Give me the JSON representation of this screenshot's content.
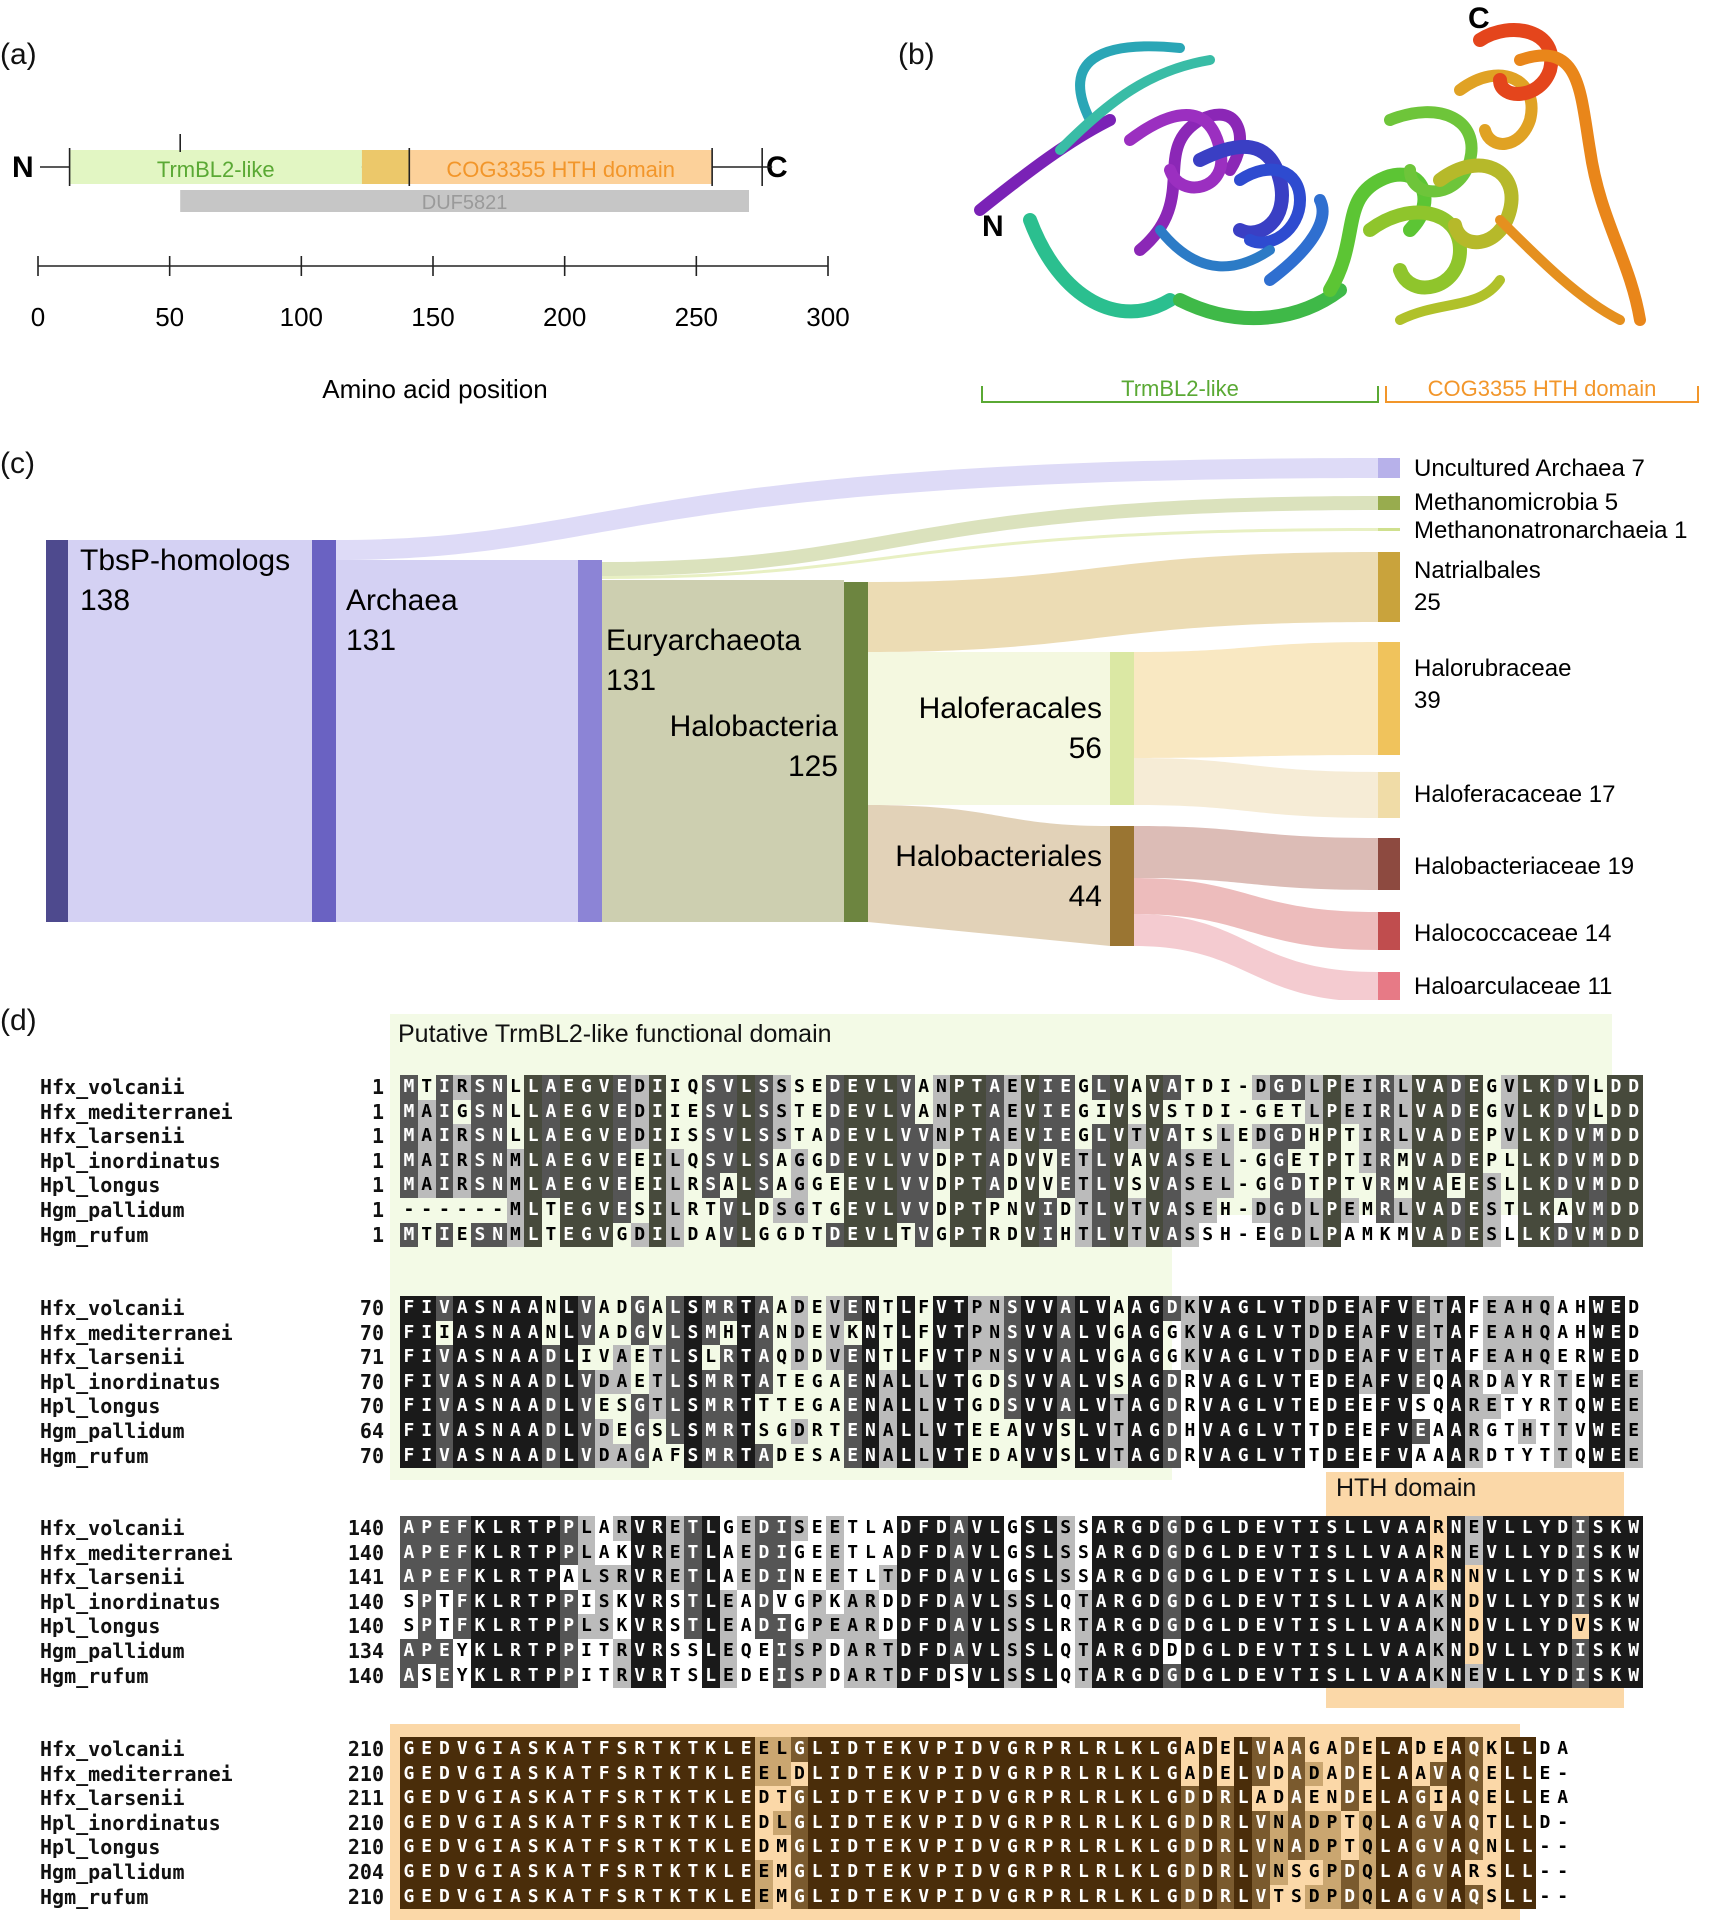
{
  "colors": {
    "trmbl2": "#e2f6c3",
    "trmbl2_text": "#5aa934",
    "overlap": "#ecc86a",
    "hth": "#fcd19a",
    "hth_text": "#f2962a",
    "duf": "#c6c6c6",
    "duf_text": "#9a9a9a",
    "domain_bg_trmbl2": "#f3fae6",
    "domain_bg_hth": "#fbd8a8"
  },
  "panel_a": {
    "label": "(a)",
    "n_label": "N",
    "c_label": "C",
    "domains": [
      {
        "name": "TrmBL2-like",
        "start": 12,
        "end": 123
      },
      {
        "name": "COG3355 HTH domain",
        "start": 141,
        "end": 256
      }
    ],
    "overlap": {
      "start": 123,
      "end": 141
    },
    "duf": {
      "name": "DUF5821",
      "start": 54,
      "end": 270
    },
    "protein_length": 275,
    "axis": {
      "min": 0,
      "max": 300,
      "ticks": [
        "0",
        "50",
        "100",
        "150",
        "200",
        "250",
        "300"
      ],
      "label": "Amino acid position"
    }
  },
  "panel_b": {
    "label": "(b)",
    "n_label": "N",
    "c_label": "C",
    "brackets": [
      {
        "name": "TrmBL2-like",
        "color": "#5aa934"
      },
      {
        "name": "COG3355 HTH domain",
        "color": "#f2962a"
      }
    ]
  },
  "panel_c": {
    "label": "(c)",
    "nodes": [
      {
        "id": "tbsp",
        "name": "TbsP-homologs",
        "value": "138"
      },
      {
        "id": "archaea",
        "name": "Archaea",
        "value": "131"
      },
      {
        "id": "eury",
        "name": "Euryarchaeota",
        "value": "131"
      },
      {
        "id": "halobacteria",
        "name": "Halobacteria",
        "value": "125"
      },
      {
        "id": "haloferacales",
        "name": "Haloferacales",
        "value": "56"
      },
      {
        "id": "halobacteriales",
        "name": "Halobacteriales",
        "value": "44"
      }
    ],
    "leaves": [
      {
        "text": "Uncultured Archaea 7",
        "color": "#b7b1ea"
      },
      {
        "text": "Methanomicrobia 5",
        "color": "#98ac4e"
      },
      {
        "text": "Methanonatronarchaeia 1",
        "color": "#cfe08e"
      },
      {
        "text": "Natrialbales",
        "value": "25",
        "color": "#c9a33c"
      },
      {
        "text": "Halorubraceae",
        "value": "39",
        "color": "#f0c35c"
      },
      {
        "text": "Haloferacaceae 17",
        "color": "#f0dca7"
      },
      {
        "text": "Halobacteriaceae 19",
        "color": "#8d4a40"
      },
      {
        "text": "Halococcaceae 14",
        "color": "#c04d4e"
      },
      {
        "text": "Haloarculaceae 11",
        "color": "#e77a86"
      }
    ]
  },
  "panel_d": {
    "label": "(d)",
    "domain_labels": {
      "trmbl2": "Putative TrmBL2-like functional domain",
      "hth": "HTH domain"
    },
    "species": [
      "Hfx_volcanii",
      "Hfx_mediterranei",
      "Hfx_larsenii",
      "Hpl_inordinatus",
      "Hpl_longus",
      "Hgm_pallidum",
      "Hgm_rufum"
    ],
    "blocks": [
      {
        "numbers": [
          "1",
          "1",
          "1",
          "1",
          "1",
          "1",
          "1"
        ],
        "seqs": [
          "MTIRSNLLAEGVEDIIQSVLSSSEDEVLVANPTAEVIEGLVAVATDI-DGDLPEIRLVADEGVLKDVLDD",
          "MAIGSNLLAEGVEDIIESVLSSTEDEVLVANPTAEVIEGIVSVSTDI-GETLPEIRLVADEGVLKDVLDD",
          "MAIRSNLLAEGVEDIISSVLSSTADEVLVVNPTAEVIEGLVTVATSLEDGDHPTIRLVADEPVLKDVMDD",
          "MAIRSNMLAEGVEEILQSVLSAGGDEVLVVDPTADVVETLVAVASEL-GGETPTIRMVADEPLLKDVMDD",
          "MAIRSNMLAEGVEEILRSALSAGGEEVLVVDPTADVVETLVSVASEL-GGDTPTVRMVAEESLLKDVMDD",
          "------MLTEGVESILRTVLDSGTGEVLVVDPTPNVIDTLVTVASEH-DGDLPEMRLVADESTLKAVMDD",
          "MTIESNMLTEGVGDILDAVLGGDTDEVLTVGPTRDVIHTLVTVASSH-EGDLPAMKMVADESLLKDVMDD"
        ]
      },
      {
        "numbers": [
          "70",
          "70",
          "71",
          "70",
          "70",
          "64",
          "70"
        ],
        "seqs": [
          "FIVASNAANLVADGALSMRTAADEVENTLFVTPNSVVALVAAGDKVAGLVTDDEAFVETAFEAHQAHWED",
          "FIIASNAANLVADGVLSMHTANDEVKNTLFVTPNSVVALVGAGGKVAGLVTDDEAFVETAFEAHQAHWED",
          "FIVASNAADLIVAETLSLRTAQDDVENTLFVTPNSVVALVGAGGKVAGLVTDDEAFVETAFEAHQERWED",
          "FIVASNAADLVDAETLSMRTATEGAENALLVTGDSVVALVSAGDRVAGLVTEDEAFVEQARDAYRTEWEE",
          "FIVASNAADLVESGTLSMRTTTEGAENALLVTGDSVVALVTAGDRVAGLVTEDEEFVSQARETYRTQWEE",
          "FIVASNAADLVDEGSLSMRTSGDRTENALLVTEEAVVSLVTAGDHVAGLVTTDEEFVEAARGTHTTVWEE",
          "FIVASNAADLVDAGAFSMRTADESAENALLVTEDAVVSLVTAGDRVAGLVTTDEEFVAAARDTYTTQWEE"
        ]
      },
      {
        "numbers": [
          "140",
          "140",
          "141",
          "140",
          "140",
          "134",
          "140"
        ],
        "seqs": [
          "APEFKLRTPPLARVRETLGEDISEETLADFDAVLGSLSSARGDGDGLDEVTISLLVAARNEVLLYDISKW",
          "APEFKLRTPPLAKVRETLAEDIGEETLADFDAVLGSLSSARGDGDGLDEVTISLLVAARNEVLLYDISKW",
          "APEFKLRTPALSRVRETLAEDINEETLTDFDAVLGSLSSARGDGDGLDEVTISLLVAARNNVLLYDISKW",
          "SPTFKLRTPPISKVRSTLEADVGPKARDDFDAVLSSLQTARGDGDGLDEVTISLLVAAKNDVLLYDISKW",
          "SPTFKLRTPPLSKVRSTLEADIGPEARDDFDAVLSSLRTARGDGDGLDEVTISLLVAAKNDVLLYDVSKW",
          "APEYKLRTPPITRVRSSLEQEISPDARTDFDAVLSSLQTARGDDDGLDEVTISLLVAAKNDVLLYDISKW",
          "ASEYKLRTPPITRVRTSLEDEISPDARTDFDSVLSSLQTARGDGDGLDEVTISLLVAAKNEVLLYDISKW"
        ]
      },
      {
        "numbers": [
          "210",
          "210",
          "211",
          "210",
          "210",
          "204",
          "210"
        ],
        "seqs": [
          "GEDVGIASKATFSRTKTKLEELGLIDTEKVPIDVGRPRLRLKLGADELVAAGADELADEAQKLLDA",
          "GEDVGIASKATFSRTKTKLEELDLIDTEKVPIDVGRPRLRLKLGADELVDADADELAAVAQELLE-",
          "GEDVGIASKATFSRTKTKLEDTGLIDTEKVPIDVGRPRLRLKLGDDRLADAENDELAGIAQELLEA",
          "GEDVGIASKATFSRTKTKLEDLGLIDTEKVPIDVGRPRLRLKLGDDRLVNADPTQLAGVAQTLLD-",
          "GEDVGIASKATFSRTKTKLEDMGLIDTEKVPIDVGRPRLRLKLGDDRLVNADPTQLAGVAQNLL--",
          "GEDVGIASKATFSRTKTKLEEMGLIDTEKVPIDVGRPRLRLKLGDDRLVNSGPDQLAGVARSLL--",
          "GEDVGIASKATFSRTKTKLEEMGLIDTEKVPIDVGRPRLRLKLGDDRLVTSDPDQLAGVAQSLL--"
        ]
      }
    ]
  }
}
